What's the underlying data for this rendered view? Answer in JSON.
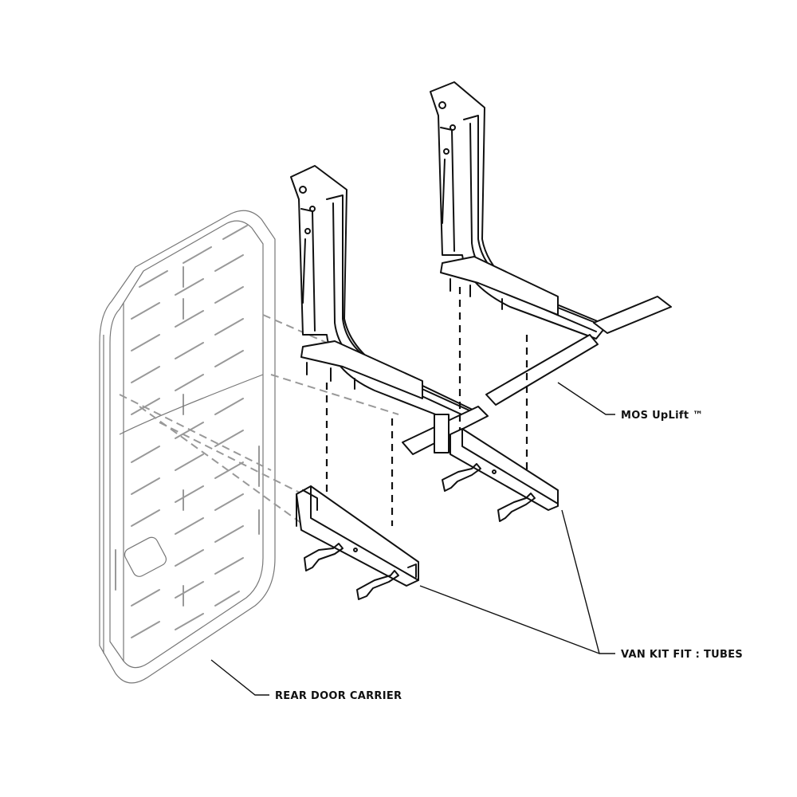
{
  "labels": {
    "uplift": "MOS UpLift ™",
    "tubes": "VAN KIT FIT : TUBES",
    "carrier": "REAR DOOR CARRIER"
  }
}
